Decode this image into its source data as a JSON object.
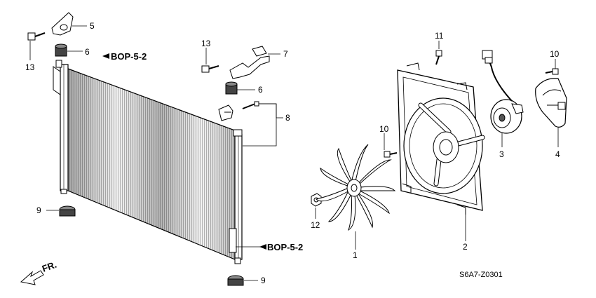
{
  "diagram_code": "S6A7-Z0301",
  "front_label": "FR.",
  "refs": {
    "top": "BOP-5-2",
    "bottom": "BOP-5-2"
  },
  "callouts": {
    "c1": "1",
    "c2": "2",
    "c3": "3",
    "c4": "4",
    "c5": "5",
    "c6a": "6",
    "c6b": "6",
    "c7": "7",
    "c8": "8",
    "c9a": "9",
    "c9b": "9",
    "c10a": "10",
    "c10b": "10",
    "c11": "11",
    "c12": "12",
    "c13a": "13",
    "c13b": "13"
  }
}
